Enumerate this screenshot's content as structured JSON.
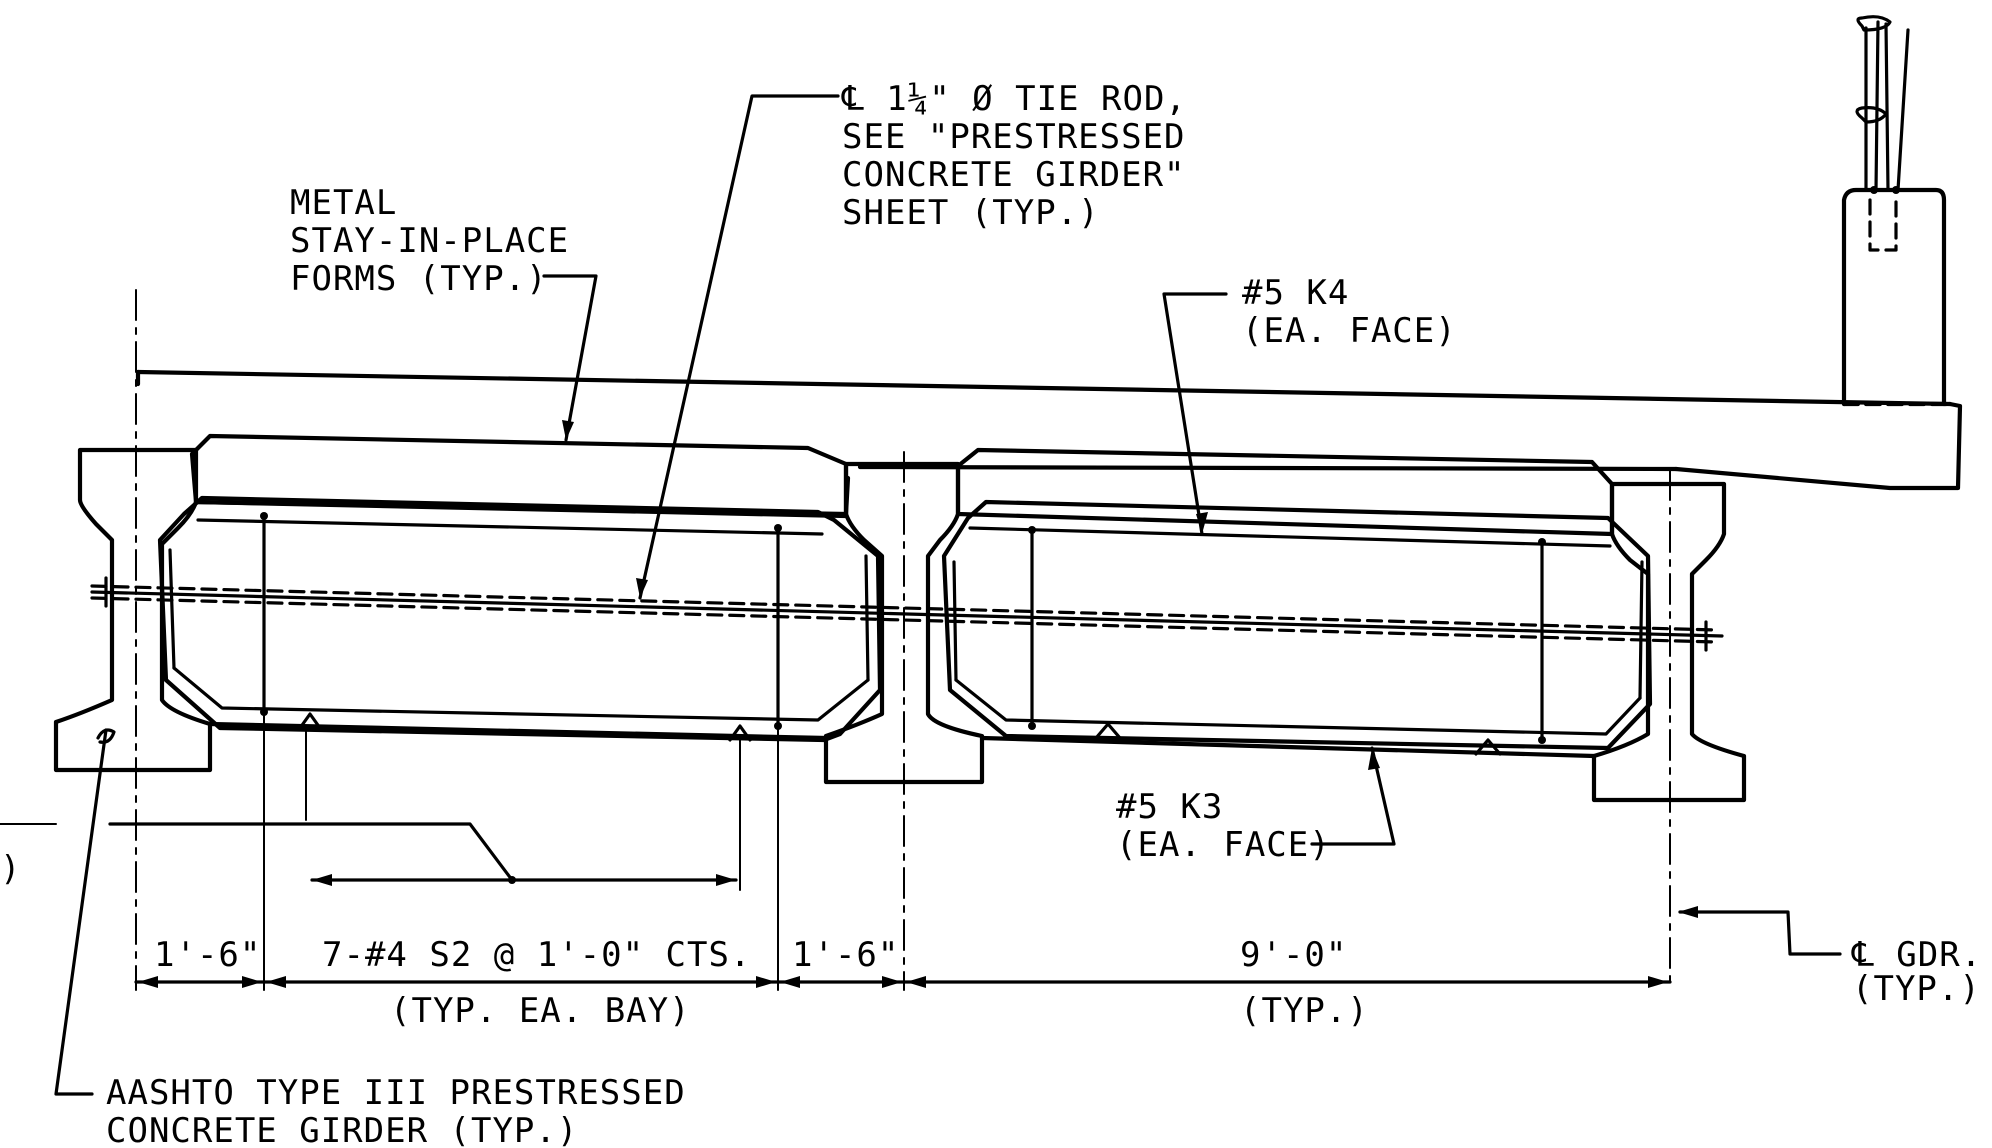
{
  "labels": {
    "tie_rod": [
      "℄ 1¼\" Ø TIE ROD,",
      "SEE \"PRESTRESSED",
      "CONCRETE GIRDER\"",
      "SHEET (TYP.)"
    ],
    "forms": [
      "METAL",
      "STAY-IN-PLACE",
      "FORMS (TYP.)"
    ],
    "k4": [
      "#5 K4",
      "(EA. FACE)"
    ],
    "k3": [
      "#5 K3",
      "(EA. FACE)"
    ],
    "girder": [
      "AASHTO TYPE III PRESTRESSED",
      "CONCRETE GIRDER (TYP.)"
    ],
    "cl_gdr": [
      "℄ GDR.",
      "(TYP.)"
    ],
    "left_cut": ")"
  },
  "dimensions": {
    "d1": "1'-6\"",
    "d2": "7-#4 S2 @ 1'-0\" CTS.",
    "d2_sub": "(TYP. EA. BAY)",
    "d3": "1'-6\"",
    "d4": "9'-0\"",
    "d4_sub": "(TYP.)"
  }
}
